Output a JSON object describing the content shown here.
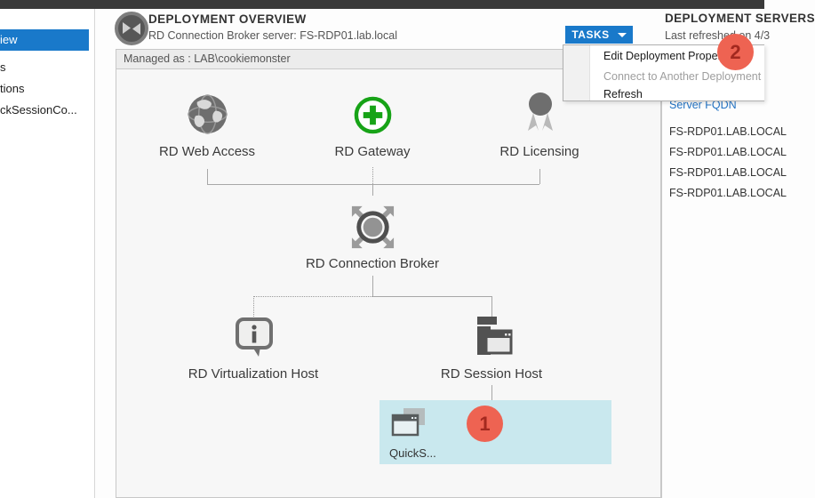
{
  "sidebar": {
    "items": [
      {
        "label": "iew",
        "selected": true
      },
      {
        "label": "s",
        "selected": false
      },
      {
        "label": "tions",
        "selected": false
      },
      {
        "label": "ckSessionCo...",
        "selected": false
      }
    ]
  },
  "header": {
    "title": "DEPLOYMENT OVERVIEW",
    "subtitle": "RD Connection Broker server: FS-RDP01.lab.local",
    "tasks_label": "TASKS",
    "managed_as": "Managed as : LAB\\cookiemonster"
  },
  "tasks_menu": {
    "items": [
      {
        "label": "Edit Deployment Properties",
        "enabled": true
      },
      {
        "label": "Connect to Another Deployment",
        "enabled": false
      },
      {
        "label": "Refresh",
        "enabled": true
      }
    ]
  },
  "diagram": {
    "nodes": [
      {
        "id": "rd-web-access",
        "label": "RD Web Access",
        "icon": "globe-icon",
        "deployed": true
      },
      {
        "id": "rd-gateway",
        "label": "RD Gateway",
        "icon": "green-plus-icon",
        "deployed": false
      },
      {
        "id": "rd-licensing",
        "label": "RD Licensing",
        "icon": "medal-icon",
        "deployed": true
      },
      {
        "id": "rd-connection-broker",
        "label": "RD Connection Broker",
        "icon": "broker-arrows-icon",
        "deployed": true
      },
      {
        "id": "rd-virtualization-host",
        "label": "RD Virtualization Host",
        "icon": "info-bubble-icon",
        "deployed": false
      },
      {
        "id": "rd-session-host",
        "label": "RD Session Host",
        "icon": "server-window-icon",
        "deployed": true
      }
    ],
    "collection": {
      "label": "QuickS..."
    }
  },
  "annotations": {
    "badge1": "1",
    "badge2": "2"
  },
  "right_panel": {
    "title": "DEPLOYMENT SERVERS",
    "refreshed": "Last refreshed on 4/3",
    "column_header": "Server FQDN",
    "rows": [
      "FS-RDP01.LAB.LOCAL",
      "FS-RDP01.LAB.LOCAL",
      "FS-RDP01.LAB.LOCAL",
      "FS-RDP01.LAB.LOCAL"
    ]
  },
  "colors": {
    "accent_blue": "#1979ca",
    "link_blue": "#2272c3",
    "badge_red": "#ee6352",
    "badge_text": "#a3291f",
    "highlight_cyan": "#c9e8ee",
    "gateway_green": "#17a317",
    "icon_gray": "#6e6e6e",
    "titlebar_dark": "#3a3a3a"
  }
}
